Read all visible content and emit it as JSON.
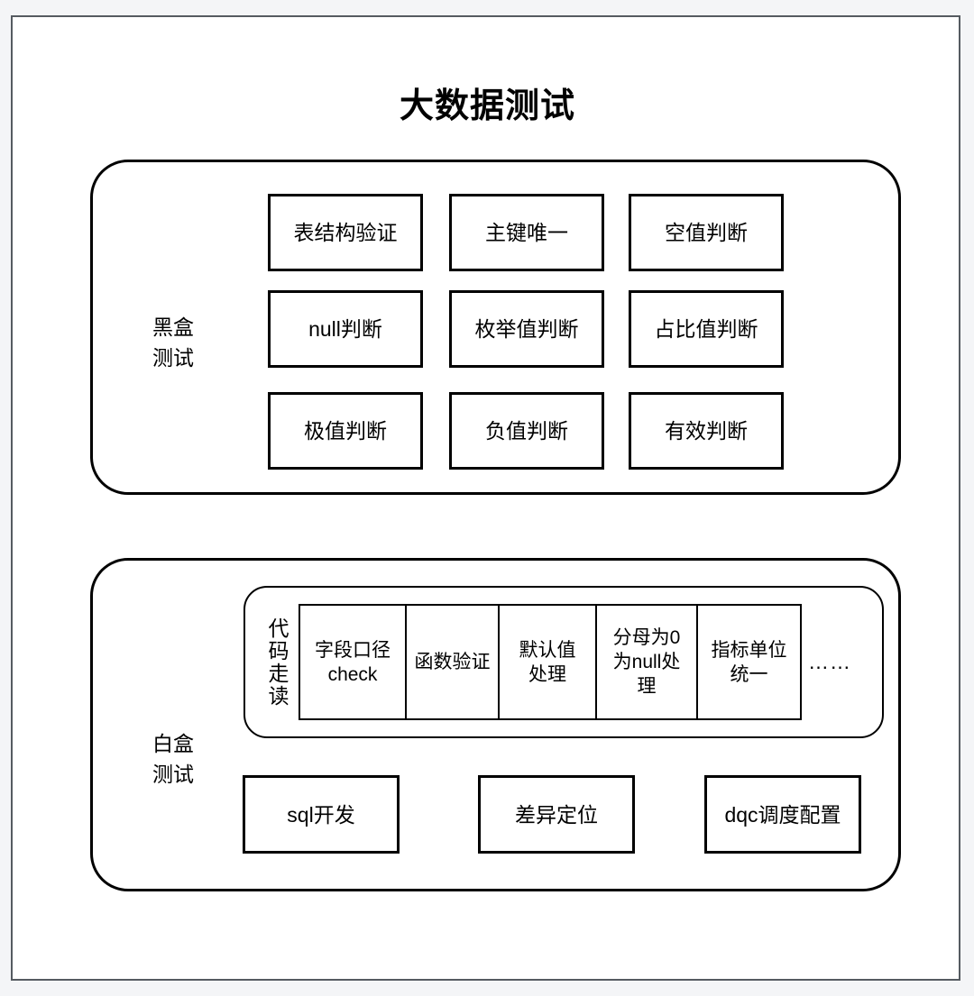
{
  "diagram": {
    "title": "大数据测试",
    "groups": [
      {
        "id": "blackbox",
        "label": "黑盒\n测试",
        "items": [
          "表结构验证",
          "主键唯一",
          "空值判断",
          "null判断",
          "枚举值判断",
          "占比值判断",
          "极值判断",
          "负值判断",
          "有效判断"
        ]
      },
      {
        "id": "whitebox",
        "label": "白盒\n测试",
        "code_review": {
          "label": "代码走读",
          "cells": [
            "字段口径\ncheck",
            "函数验证",
            "默认值\n处理",
            "分母为0\n为null处\n理",
            "指标单位\n统一"
          ],
          "ellipsis": "……"
        },
        "bottom_items": [
          "sql开发",
          "差异定位",
          "dqc调度配置"
        ]
      }
    ]
  },
  "colors": {
    "page_background": "#f4f5f7",
    "canvas_background": "#ffffff",
    "canvas_border": "#555b61",
    "shape_stroke": "#000000",
    "text": "#000000"
  }
}
